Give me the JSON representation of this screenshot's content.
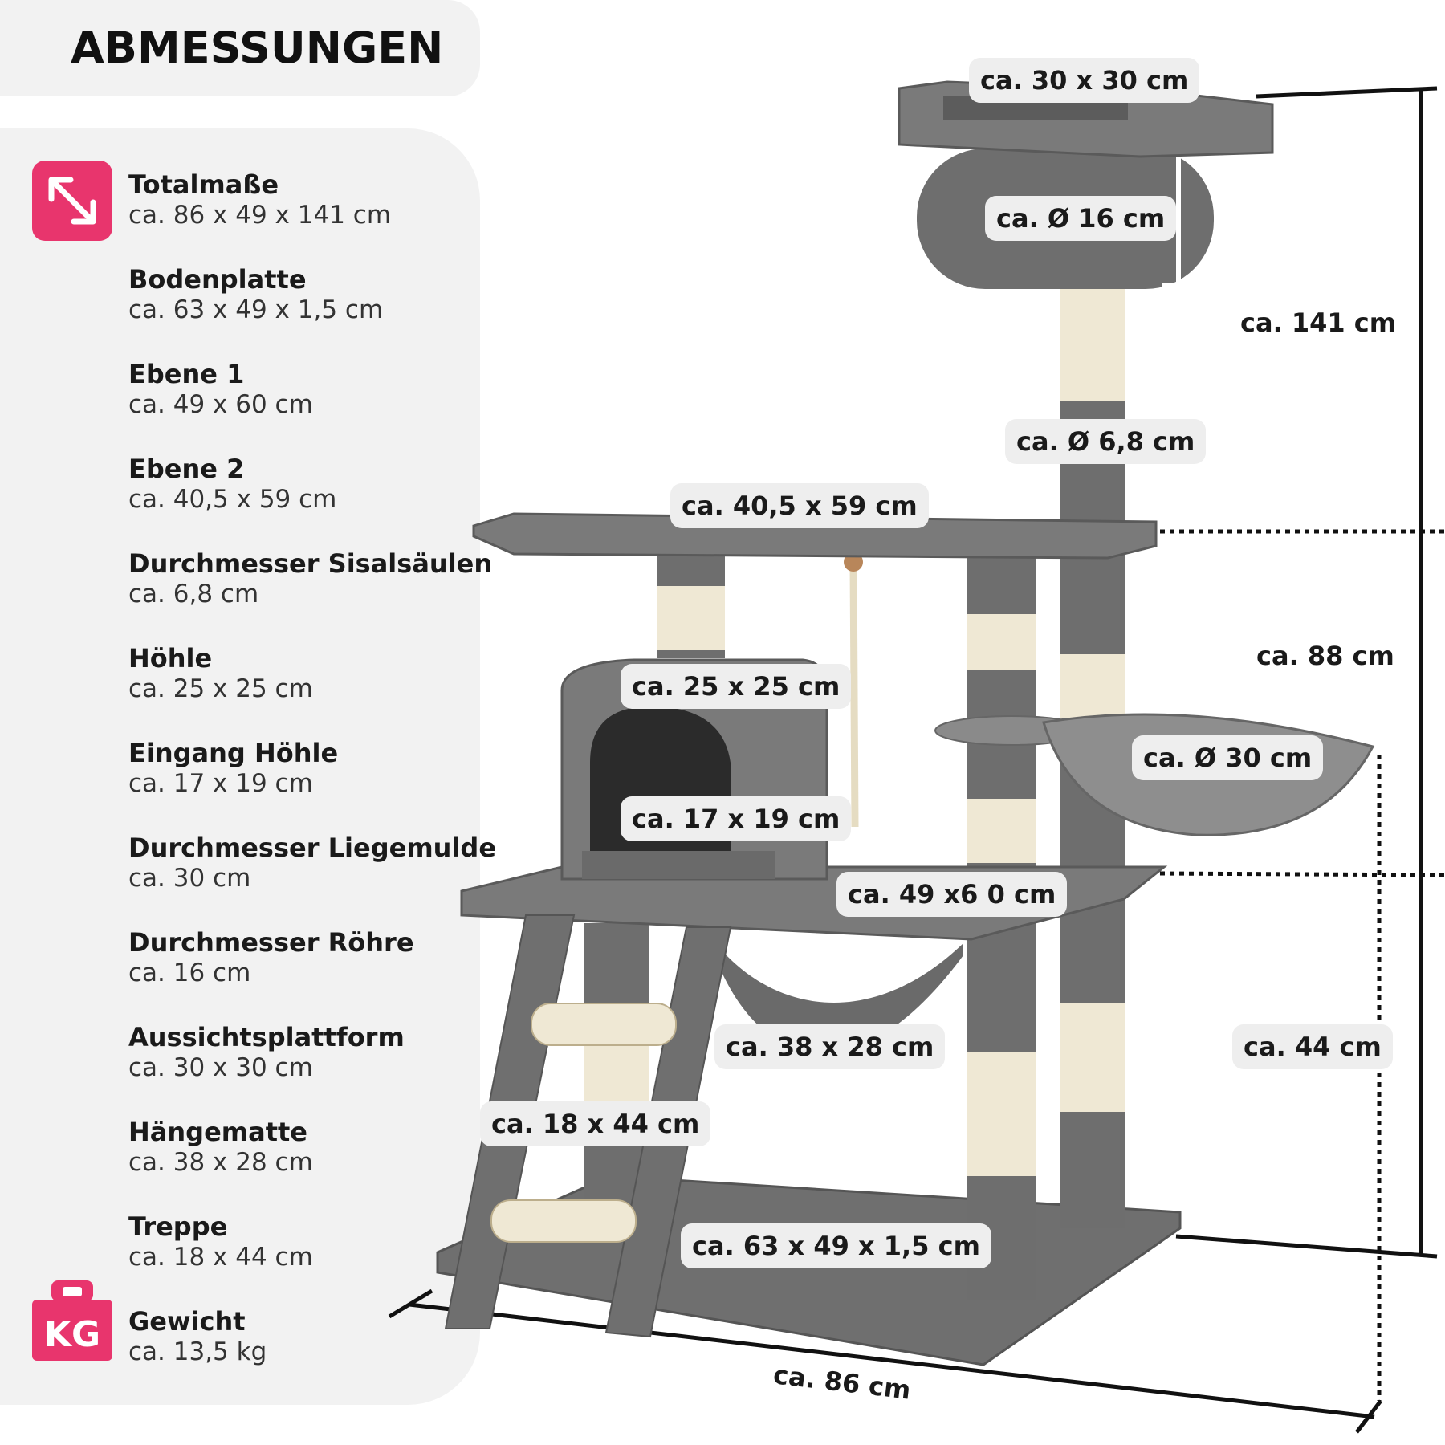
{
  "title": "ABMESSUNGEN",
  "colors": {
    "accent": "#e8356d",
    "panel": "#f2f2f2",
    "fur": "#7a7a7a",
    "sisal": "#efe8d4"
  },
  "icons": {
    "dimensions": "diagonal-arrow-icon",
    "weight": "kg-weight-icon"
  },
  "specs": [
    {
      "label": "Totalmaße",
      "value": "ca. 86 x 49 x 141 cm"
    },
    {
      "label": "Bodenplatte",
      "value": "ca. 63 x 49 x 1,5 cm"
    },
    {
      "label": "Ebene 1",
      "value": "ca. 49 x 60 cm"
    },
    {
      "label": "Ebene 2",
      "value": "ca. 40,5 x 59 cm"
    },
    {
      "label": "Durchmesser Sisalsäulen",
      "value": "ca. 6,8 cm"
    },
    {
      "label": "Höhle",
      "value": "ca. 25 x 25 cm"
    },
    {
      "label": "Eingang Höhle",
      "value": "ca. 17 x 19 cm"
    },
    {
      "label": "Durchmesser Liegemulde",
      "value": "ca. 30 cm"
    },
    {
      "label": "Durchmesser Röhre",
      "value": "ca. 16 cm"
    },
    {
      "label": "Aussichtsplattform",
      "value": "ca. 30 x 30 cm"
    },
    {
      "label": "Hängematte",
      "value": "ca. 38 x 28 cm"
    },
    {
      "label": "Treppe",
      "value": "ca. 18 x 44 cm"
    },
    {
      "label": "Gewicht",
      "value": "ca. 13,5 kg"
    }
  ],
  "kg_label": "KG",
  "dims": {
    "platform": "ca. 30 x 30 cm",
    "tube": "ca. Ø 16 cm",
    "height_total": "ca. 141 cm",
    "post": "ca. Ø 6,8 cm",
    "level2": "ca. 40,5 x 59 cm",
    "height_level2": "ca. 88 cm",
    "cave": "ca. 25 x 25 cm",
    "bowl": "ca. Ø 30 cm",
    "entrance": "ca. 17 x 19 cm",
    "level1": "ca. 49 x6 0 cm",
    "hammock": "ca. 38 x 28 cm",
    "height_level1": "ca. 44 cm",
    "stairs": "ca. 18 x 44 cm",
    "base": "ca. 63 x 49 x 1,5 cm",
    "width_total": "ca. 86 cm"
  }
}
